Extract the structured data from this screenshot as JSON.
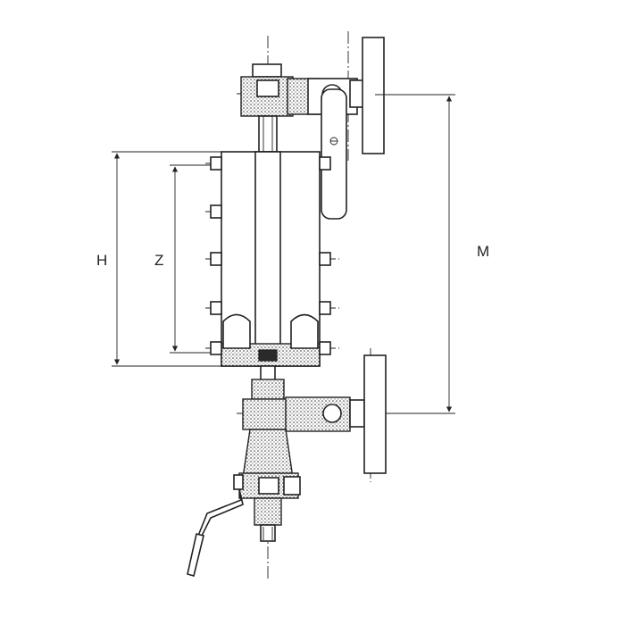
{
  "dimensions": {
    "h_label": "H",
    "z_label": "Z",
    "m_label": "M"
  },
  "icons": [
    "flange-icon",
    "valve-handle-icon",
    "drain-lever-icon"
  ]
}
